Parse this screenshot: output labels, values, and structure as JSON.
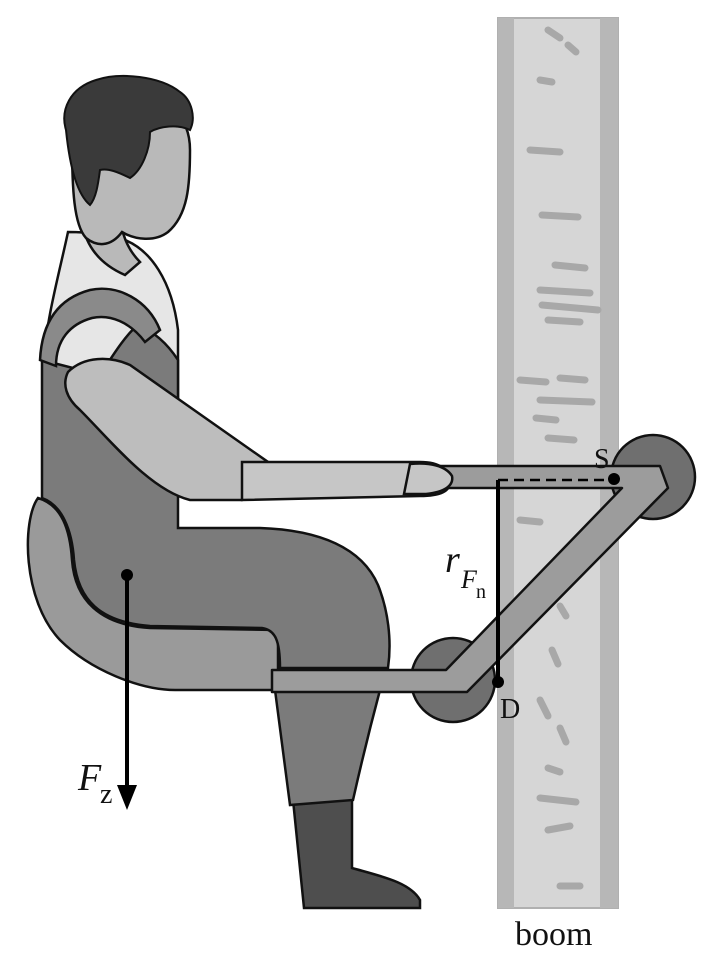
{
  "labels": {
    "point_s": "S",
    "point_d": "D",
    "force_symbol": "F",
    "force_subscript": "z",
    "lever_symbol": "r",
    "lever_sub_symbol": "F",
    "lever_sub_sub": "n",
    "boom": "boom"
  },
  "colors": {
    "skin": "#b9b9b9",
    "hair": "#3a3a3a",
    "shirt": "#e6e6e6",
    "overall": "#7b7b7b",
    "strap": "#8a8a8a",
    "seat": "#9a9a9a",
    "boot": "#4e4e4e",
    "frame": "#9c9c9c",
    "wheel": "#6f6f6f",
    "boom": "#d6d6d6",
    "boom_edge": "#b5b5b5",
    "boom_mark": "#a9a9a9",
    "ink": "#000000"
  }
}
